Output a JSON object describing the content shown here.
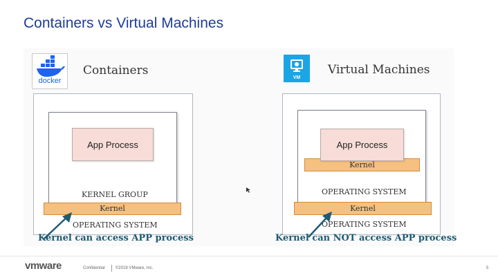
{
  "slide": {
    "title": "Containers vs Virtual Machines"
  },
  "containers": {
    "logo_text": "docker",
    "heading": "Containers",
    "app_process": "App Process",
    "kernel_group": "KERNEL GROUP",
    "kernel": "Kernel",
    "operating_system": "OPERATING SYSTEM",
    "caption": "Kernel can access APP process"
  },
  "virtual_machines": {
    "logo_text": "VM",
    "heading": "Virtual Machines",
    "app_process": "App Process",
    "inner_kernel": "Kernel",
    "inner_os": "OPERATING SYSTEM",
    "kernel": "Kernel",
    "operating_system": "OPERATING SYSTEM",
    "caption": "Kernel can NOT access APP process"
  },
  "footer": {
    "brand": "vmware",
    "confidential": "Confidential",
    "copyright": "©2019 VMware, Inc.",
    "page_number": "5"
  },
  "colors": {
    "title": "#1f3c99",
    "app_process_fill": "#f7dcd7",
    "kernel_fill": "#f6c07f",
    "caption": "#1e5a73",
    "vm_logo": "#1aa6e4",
    "docker_logo": "#1d63ed"
  }
}
